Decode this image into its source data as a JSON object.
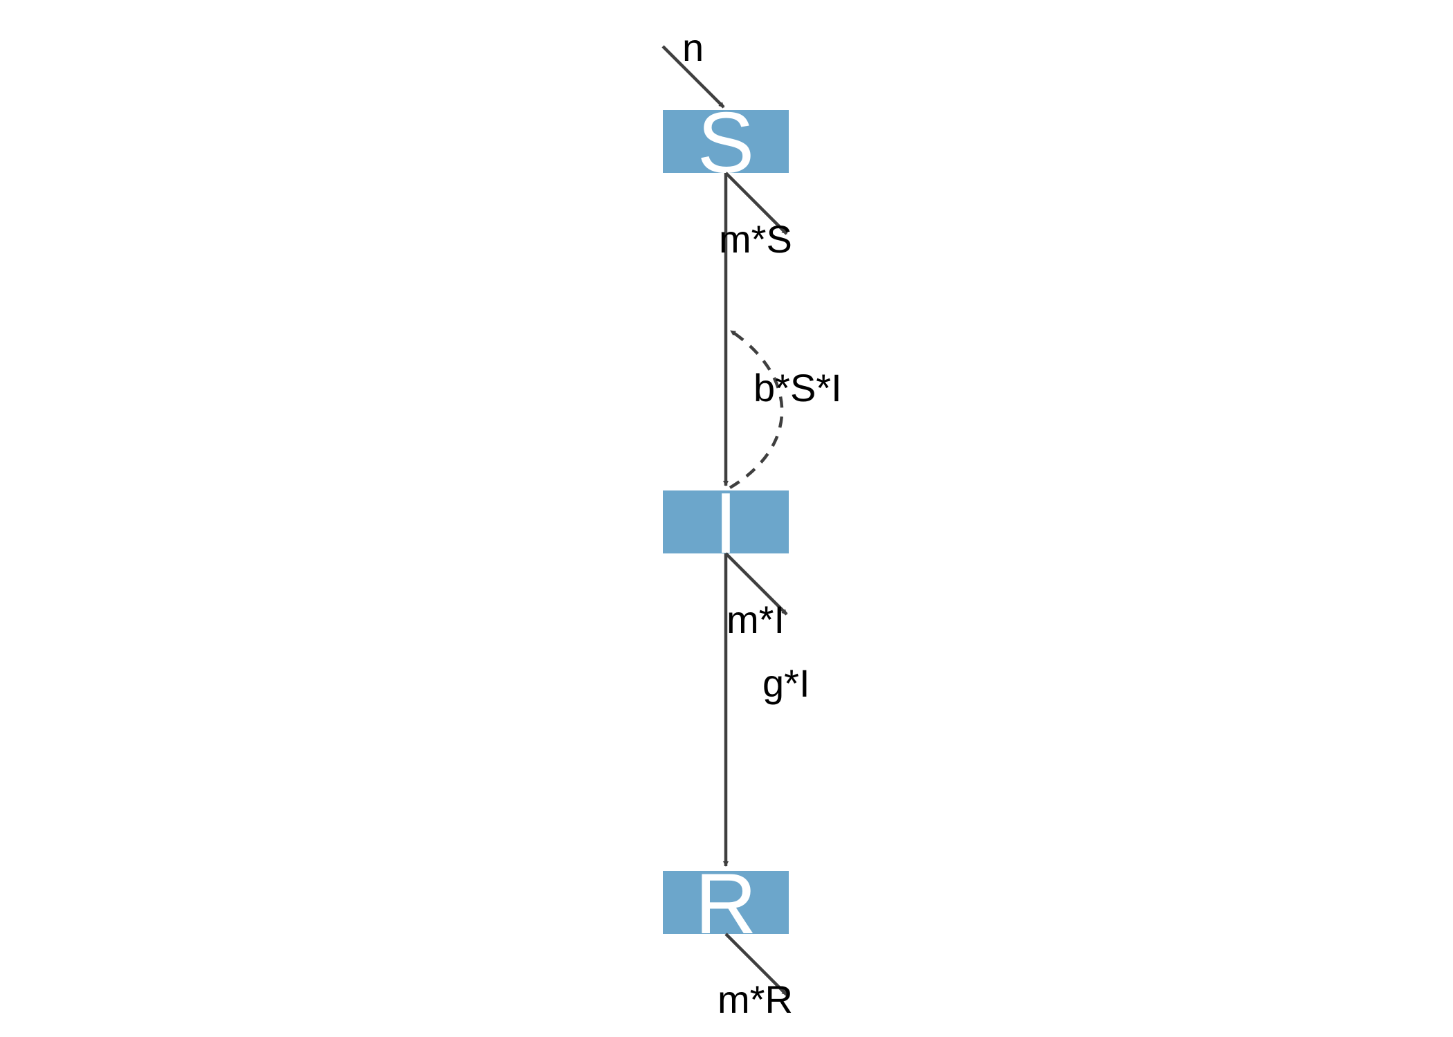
{
  "diagram": {
    "nodes": {
      "S": {
        "label": "S",
        "color": "#6ca6cb"
      },
      "I": {
        "label": "I",
        "color": "#6ca6cb"
      },
      "R": {
        "label": "R",
        "color": "#6ca6cb"
      }
    },
    "flows": {
      "inflow": {
        "label": "n"
      },
      "death_s": {
        "label": "m*S"
      },
      "infection": {
        "label": "b*S*I"
      },
      "death_i": {
        "label": "m*I"
      },
      "recovery": {
        "label": "g*I"
      },
      "death_r": {
        "label": "m*R"
      }
    },
    "colors": {
      "arrow": "#3f3f3f",
      "label": "#000000",
      "box_text": "#ffffff"
    }
  }
}
